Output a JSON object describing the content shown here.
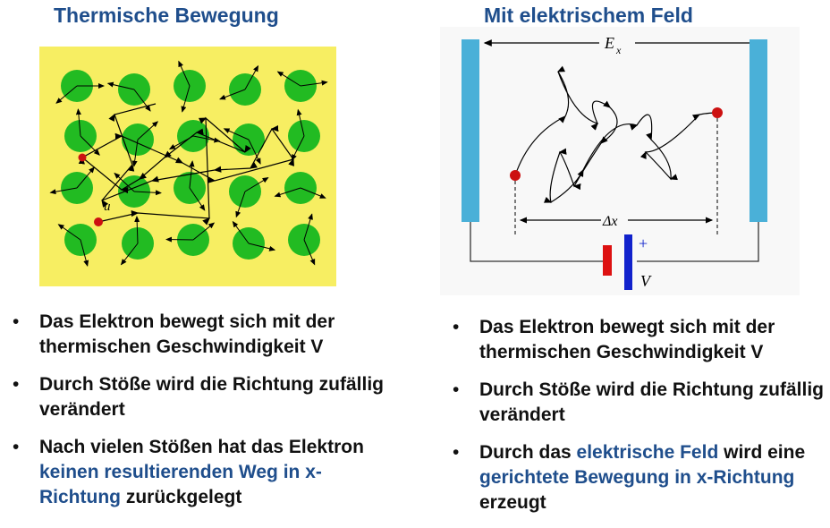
{
  "colors": {
    "title": "#1f4e8c",
    "highlight": "#1f4e8c",
    "yellow_bg": "#f7ee62",
    "atom_green": "#22bb22",
    "electron_red": "#cc1111",
    "plate_blue": "#4ab0d8",
    "battery_red": "#dd1111",
    "battery_blue": "#1122cc"
  },
  "left": {
    "title": "Thermische Bewegung",
    "diagram": {
      "velocity_label": "u"
    },
    "bullets": [
      {
        "marker": "•",
        "parts": [
          {
            "text": "Das Elektron bewegt sich mit der thermischen Geschwindigkeit V",
            "highlight": false
          }
        ]
      },
      {
        "marker": "•",
        "parts": [
          {
            "text": "Durch Stöße wird die Richtung zufällig verändert",
            "highlight": false
          }
        ]
      },
      {
        "marker": "•",
        "parts": [
          {
            "text": "Nach vielen Stößen hat das Elektron ",
            "highlight": false
          },
          {
            "text": "keinen resultierenden Weg in x-Richtung",
            "highlight": true
          },
          {
            "text": " zurückgelegt",
            "highlight": false
          }
        ]
      }
    ]
  },
  "right": {
    "title": "Mit elektrischem Feld",
    "diagram": {
      "field_label": "E",
      "field_subscript": "x",
      "distance_label": "Δx",
      "voltage_label": "V",
      "plus_label": "+"
    },
    "bullets": [
      {
        "marker": "•",
        "parts": [
          {
            "text": "Das Elektron bewegt sich mit der thermischen Geschwindigkeit V",
            "highlight": false
          }
        ]
      },
      {
        "marker": "•",
        "parts": [
          {
            "text": "Durch Stöße wird die Richtung zufällig verändert",
            "highlight": false
          }
        ]
      },
      {
        "marker": "•",
        "parts": [
          {
            "text": "Durch das ",
            "highlight": false
          },
          {
            "text": "elektrische Feld",
            "highlight": true
          },
          {
            "text": " wird eine ",
            "highlight": false
          },
          {
            "text": "gerichtete Bewegung in x-Richtung",
            "highlight": true
          },
          {
            "text": " erzeugt",
            "highlight": false
          }
        ]
      }
    ]
  }
}
